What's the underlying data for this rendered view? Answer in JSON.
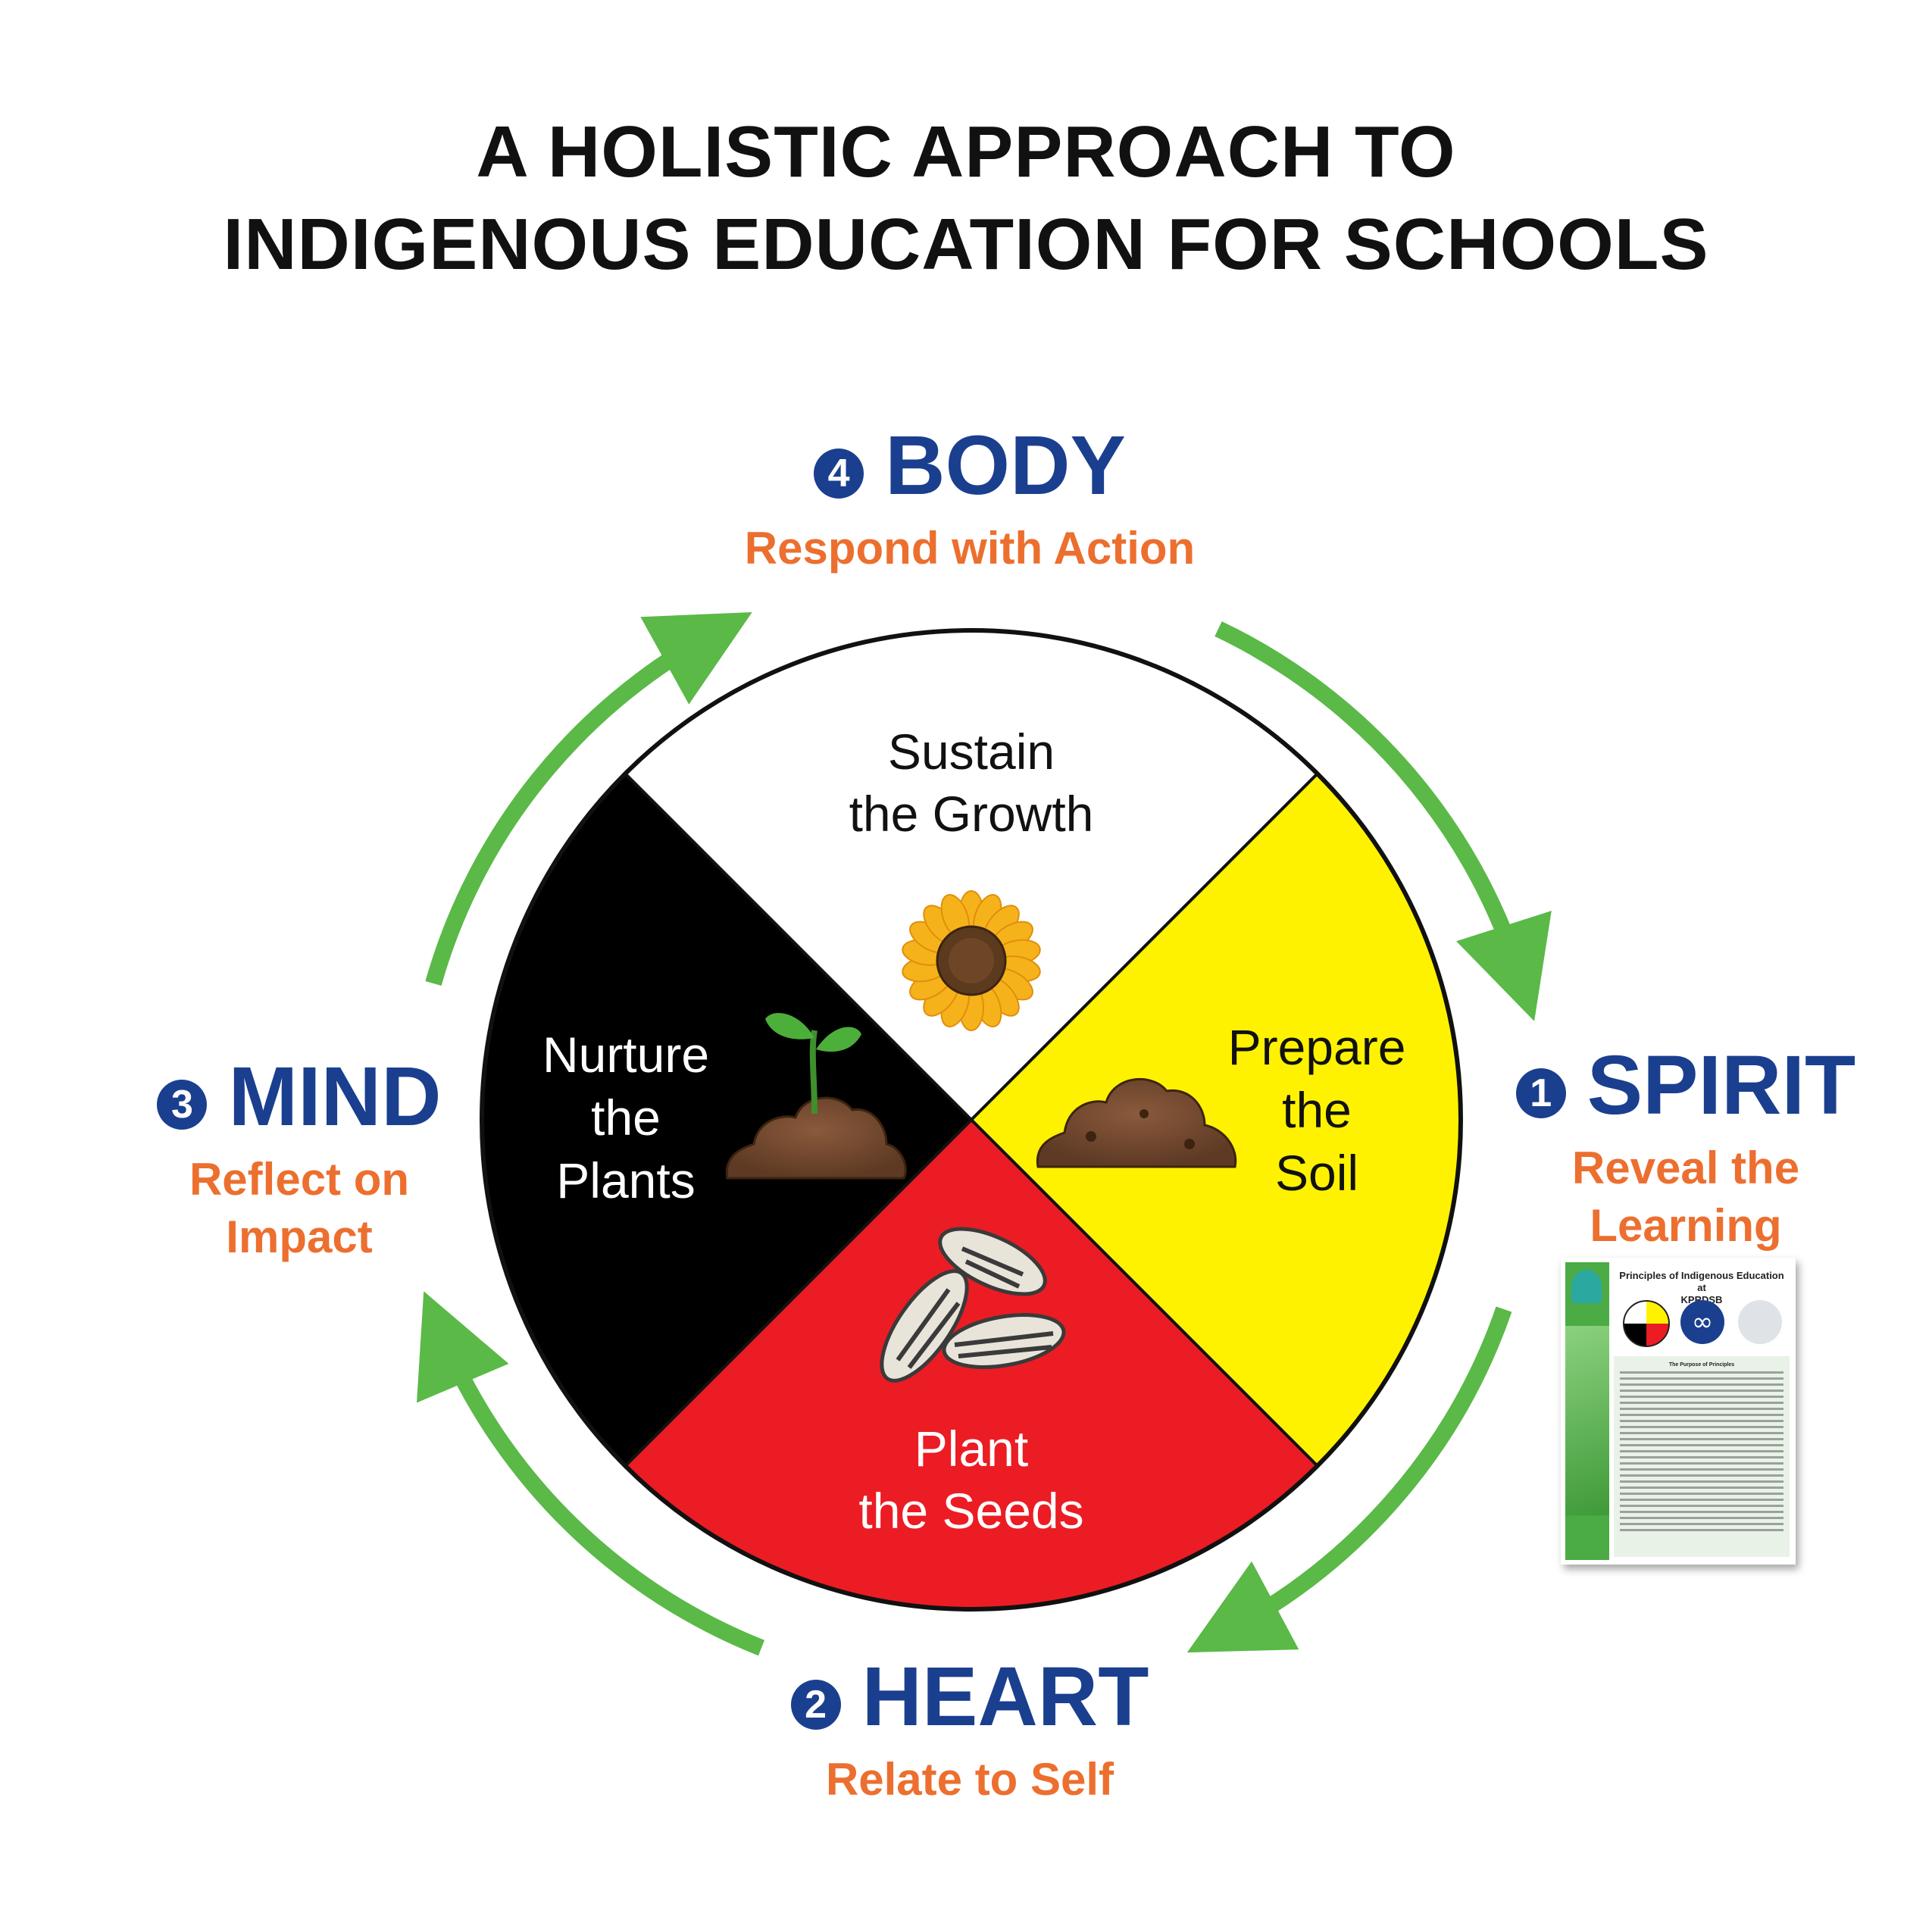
{
  "title": {
    "line1": "A HOLISTIC APPROACH TO",
    "line2": "INDIGENOUS EDUCATION FOR SCHOOLS"
  },
  "stages": {
    "body": {
      "number": "4",
      "name": "BODY",
      "subtitle": "Respond with Action"
    },
    "spirit": {
      "number": "1",
      "name": "SPIRIT",
      "subtitle_line1": "Reveal the",
      "subtitle_line2": "Learning"
    },
    "heart": {
      "number": "2",
      "name": "HEART",
      "subtitle": "Relate to Self"
    },
    "mind": {
      "number": "3",
      "name": "MIND",
      "subtitle_line1": "Reflect on",
      "subtitle_line2": "Impact"
    }
  },
  "wheel": {
    "top": {
      "line1": "Sustain",
      "line2": "the Growth",
      "color": "#ffffff",
      "icon": "sunflower-icon"
    },
    "right": {
      "line1": "Prepare",
      "line2": "the",
      "line3": "Soil",
      "color": "#fff200",
      "icon": "soil-mound-icon"
    },
    "bottom": {
      "line1": "Plant",
      "line2": "the Seeds",
      "color": "#ec1c24",
      "icon": "sunflower-seeds-icon"
    },
    "left": {
      "line1": "Nurture",
      "line2": "the",
      "line3": "Plants",
      "color": "#000000",
      "icon": "seedling-icon"
    }
  },
  "document": {
    "title_line1": "Principles of Indigenous Education at",
    "title_line2": "KPRDSB",
    "heading": "The Purpose of Principles"
  },
  "colors": {
    "stage_name": "#1b3f8f",
    "stage_subtitle": "#ec6f2f",
    "arrows": "#5ab947"
  }
}
